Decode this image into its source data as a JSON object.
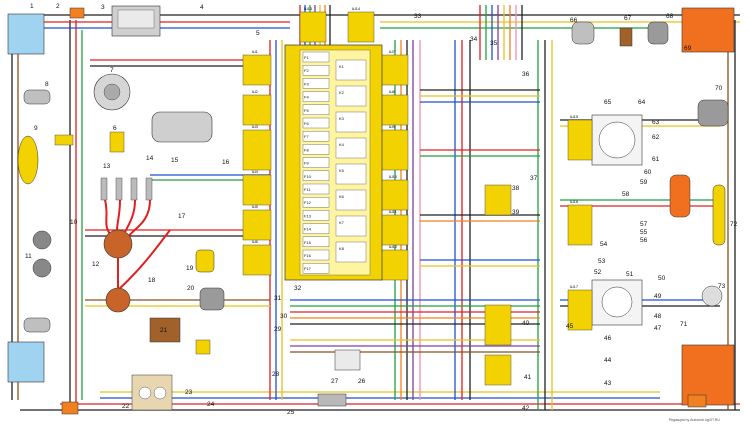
{
  "diagram": {
    "callouts": [
      "1",
      "2",
      "3",
      "4",
      "5",
      "6",
      "7",
      "8",
      "9",
      "10",
      "11",
      "12",
      "13",
      "14",
      "15",
      "16",
      "17",
      "18",
      "19",
      "20",
      "21",
      "22",
      "23",
      "24",
      "25",
      "26",
      "27",
      "28",
      "29",
      "30",
      "31",
      "32",
      "33",
      "34",
      "35",
      "36",
      "37",
      "38",
      "39",
      "40",
      "41",
      "42",
      "43",
      "44",
      "45",
      "46",
      "47",
      "48",
      "49",
      "50",
      "51",
      "52",
      "53",
      "54",
      "55",
      "56",
      "57",
      "58",
      "59",
      "60",
      "61",
      "62",
      "63",
      "64",
      "65",
      "66",
      "67",
      "68",
      "69",
      "70",
      "71",
      "72",
      "73"
    ],
    "fuses": [
      "F1",
      "F2",
      "F3",
      "F4",
      "F5",
      "F6",
      "F7",
      "F8",
      "F9",
      "F10",
      "F11",
      "F12",
      "F13",
      "F14",
      "F15",
      "F16",
      "F17"
    ],
    "relays": [
      "K1",
      "K2",
      "K3",
      "K4",
      "K5",
      "K6",
      "K7",
      "K8"
    ],
    "plug_tags": [
      "Ш1",
      "Ш2",
      "Ш3",
      "Ш4",
      "Ш5",
      "Ш6",
      "Ш7",
      "Ш8",
      "Ш9",
      "Ш10",
      "Ш11",
      "Ш12",
      "Ш13",
      "Ш14",
      "Ш15",
      "Ш16",
      "Ш17"
    ],
    "credit": "Редакция by Autoclub.kg/ЗТ.RU",
    "colors": {
      "red": "#e02020",
      "yellow": "#e8c020",
      "green": "#20a040",
      "blue": "#2050d0",
      "brown": "#8a5020",
      "black": "#222222",
      "white_wire": "#bbbbbb",
      "orange": "#f08020",
      "pink": "#f090b0",
      "violet": "#8040a0",
      "fusebox": "#f2d200",
      "lamp_blue": "#9fd3f0",
      "lamp_orange": "#f07020"
    }
  }
}
